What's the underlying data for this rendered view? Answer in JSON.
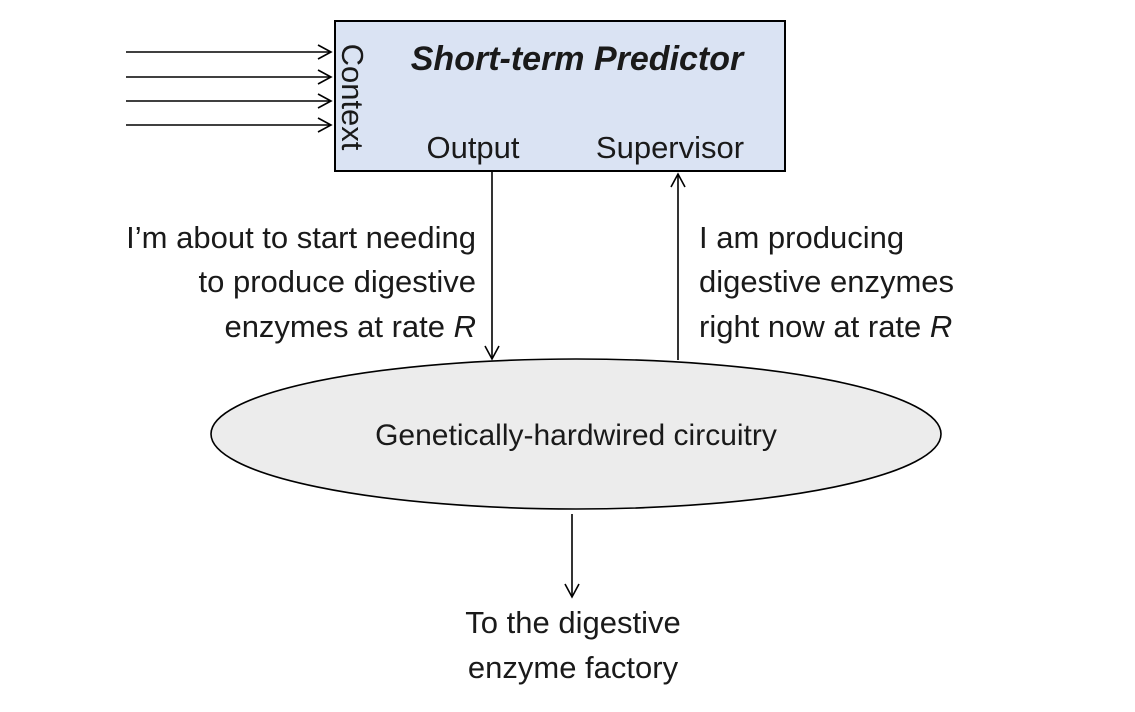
{
  "colors": {
    "predictor_fill": "#dae3f3",
    "circuitry_fill": "#ececec",
    "stroke": "#000000",
    "text": "#1a1a1a"
  },
  "predictor": {
    "title": "Short-term Predictor",
    "context_label": "Context",
    "output_label": "Output",
    "supervisor_label": "Supervisor"
  },
  "output_message": {
    "line1": "I’m about to start needing",
    "line2": "to produce digestive",
    "line3_text": "enzymes at rate ",
    "line3_var": "R"
  },
  "supervisor_message": {
    "line1": "I am producing",
    "line2": "digestive enzymes",
    "line3_text": "right now at rate ",
    "line3_var": "R"
  },
  "circuitry": {
    "label": "Genetically-hardwired circuitry"
  },
  "destination": {
    "line1": "To the digestive",
    "line2": "enzyme factory"
  }
}
